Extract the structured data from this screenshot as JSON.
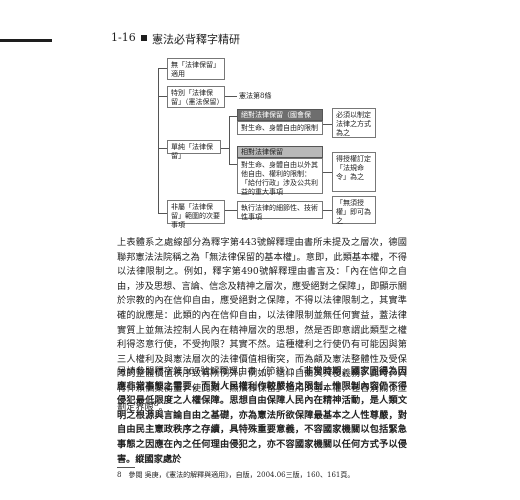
{
  "header": {
    "page_number": "1-16",
    "book_title": "憲法必背釋字精研"
  },
  "diagram": {
    "box1": "無「法律保留」適用",
    "box2": "特別「法律保留」（憲法保留）",
    "box2_note": "憲法第8條",
    "box3": "單純「法律保留」",
    "box3_upper_header": "絕對法律保留（國會保留）",
    "box3_upper_body": "對生命、身體自由的限制",
    "box3_upper_note": "必須以制定法律之方式為之",
    "box3_lower_header": "相對法律保留",
    "box3_lower_body": "對生命、身體自由以外其他自由、權利的限制：「給付行政」涉及公共利益的重大事項",
    "box3_lower_note": "得授權訂定「法規命令」為之",
    "box4": "非屬「法律保留」範圍的次要事項",
    "box4_body": "執行法律的細節性、技術性事項",
    "box4_note": "「無須授權」即可為之"
  },
  "paragraph1": "上表體系之處線部分為釋字第443號解釋理由書所未提及之層次，德國聯邦憲法法院稱之為「無法律保留的基本權」。意即，此類基本權，不得以法律限制之。例如，釋字第490號解釋理由書言及：「內在信仰之自由，涉及思想、言論、信念及精神之層次，應受絕對之保障」，即顯示關於宗教的內在信仰自由，應受絕對之保障，不得以法律限制之，其實準確的說應是：此類的內在信仰自由，以法律限制並無任何實益，蓋法律實質上並無法控制人民內在精神層次的思想，然是否即意謂此類型之權利得恣意行使，不受拘限？其實不然。這種權利之行使仍有可能因與第三人權利及與憲法層次的法律價值相衝突，而為顧及憲法整體性及受保障的整體價值秩序致有所例外。例如，信仰自由與兵役義務，此時，只有仰賴個案衡量，使此類「無法律保留」適用的基本權，在各別關係上劃定界限",
  "footnote_ref": "8",
  "paragraph2_start": "另請參閱釋字第567號解釋理由書（節錄）：「",
  "paragraph2_quote1": "非常時期，國家固得為因應非常事態之需要，而對人民權利作較嚴格之限制，惟限制內容仍不得侵犯最低限度之人權保障。",
  "paragraph2_bold": "思想自由保障人民內在精神活動，是人類文明之根源與言論自由之基礎，亦為憲法所欲保障最基本之人性尊嚴",
  "paragraph2_quote2": "，對自由民主憲政秩序之存續，具特殊重要意義，不容國家機關以包括緊急事態之因應在內之任何理由侵犯之，亦不容國家機關以任何方式予以侵害。",
  "paragraph2_end": "縱國家處於",
  "footnote": "8　參閱 吳庚，《憲法的解釋與適用》，自版，2004.06三版，160、161頁。"
}
